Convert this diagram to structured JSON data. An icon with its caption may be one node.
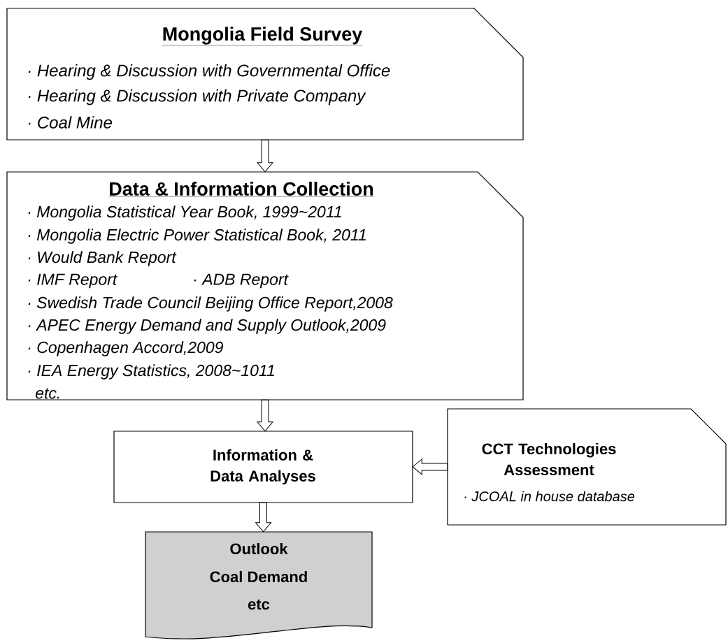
{
  "diagram": {
    "nodes": [
      {
        "text": [
          "Mongolia Field Survey",
          "· Hearing & Discussion with Governmental Office",
          "· Hearing & Discussion with  Private Company",
          "· Coal Mine"
        ]
      },
      {
        "text": [
          "Data & Information Collection",
          "· Mongolia Statistical Year Book, 1999~2011",
          "· Mongolia Electric Power Statistical Book, 2011",
          "· Would Bank Report",
          "· IMF Report",
          "· ADB Report",
          "· Swedish Trade Council Beijing Office Report,2008",
          "· APEC Energy Demand and Supply Outlook,2009",
          "· Copenhagen Accord,2009",
          "· IEA Energy Statistics, 2008~1011",
          "etc."
        ]
      },
      {
        "text": [
          "Information & Data Analyses"
        ]
      },
      {
        "text": [
          "CCT Technologies Assessment",
          "· JCOAL in house database"
        ]
      },
      {
        "text": [
          "Outlook",
          "Coal Demand",
          "etc"
        ]
      }
    ],
    "edges": [
      {
        "from": 0,
        "to": 1,
        "arrow": "to"
      },
      {
        "from": 1,
        "to": 2,
        "arrow": "to"
      },
      {
        "from": 3,
        "to": 2,
        "arrow": "to"
      },
      {
        "from": 2,
        "to": 4,
        "arrow": "to"
      }
    ]
  }
}
